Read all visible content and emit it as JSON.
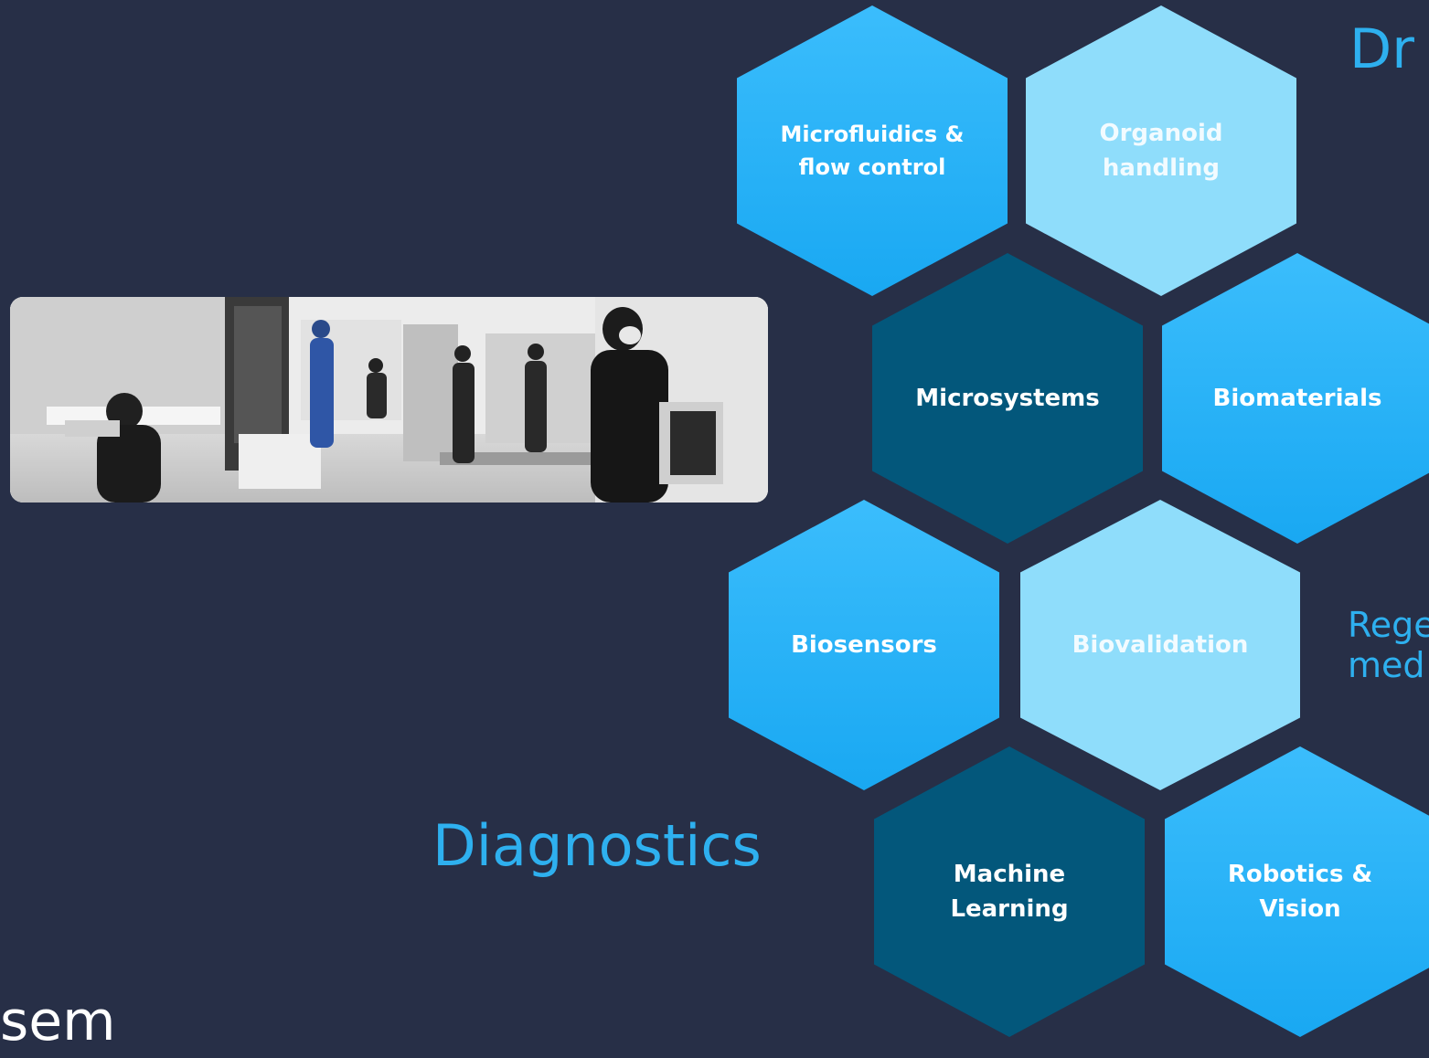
{
  "hexagons": [
    {
      "label": "Microfluidics &\nflow control",
      "style": "light"
    },
    {
      "label": "Organoid\nhandling",
      "style": "pale"
    },
    {
      "label": "Microsystems",
      "style": "dark"
    },
    {
      "label": "Biomaterials",
      "style": "light"
    },
    {
      "label": "Biosensors",
      "style": "light"
    },
    {
      "label": "Biovalidation",
      "style": "pale"
    },
    {
      "label": "Machine\nLearning",
      "style": "dark"
    },
    {
      "label": "Robotics &\nVision",
      "style": "light"
    }
  ],
  "areas": {
    "drug": "Dr",
    "regenerative": "Rege\nmed",
    "diagnostics": "Diagnostics"
  },
  "logo": "sem",
  "colors": {
    "background": "#272f47",
    "hex_light": "#24b0f5",
    "hex_pale": "#8fddfb",
    "hex_dark": "#03577b",
    "area_text": "#2eb0ef"
  }
}
